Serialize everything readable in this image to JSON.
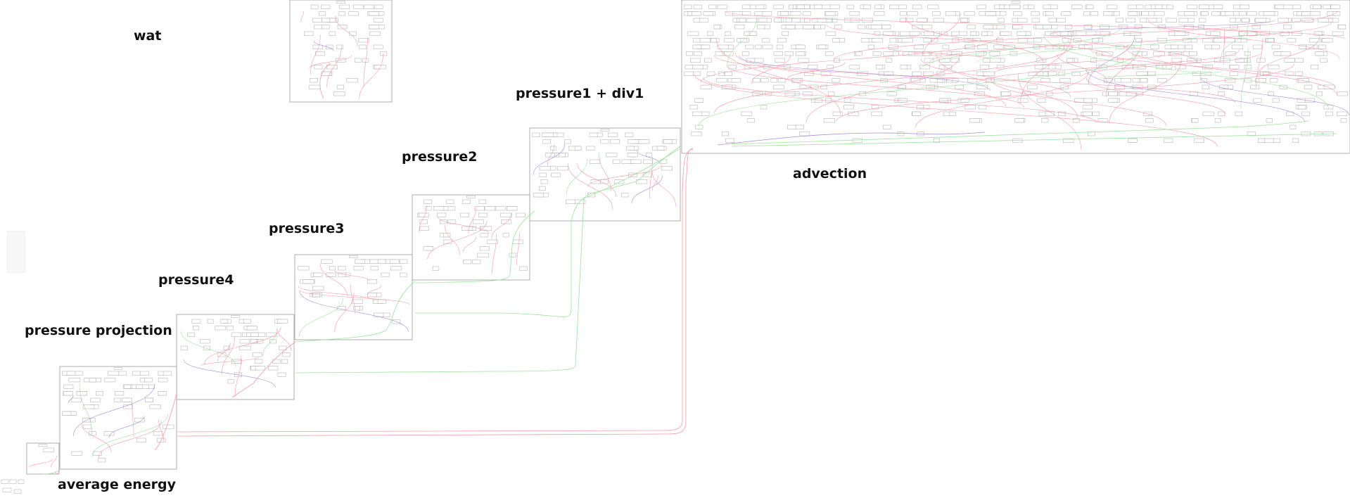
{
  "graph": {
    "groups": [
      {
        "id": "wat",
        "label": "wat"
      },
      {
        "id": "pressure1-div1",
        "label": "pressure1 + div1"
      },
      {
        "id": "pressure2",
        "label": "pressure2"
      },
      {
        "id": "pressure3",
        "label": "pressure3"
      },
      {
        "id": "pressure4",
        "label": "pressure4"
      },
      {
        "id": "pressure-projection",
        "label": "pressure projection"
      },
      {
        "id": "advection",
        "label": "advection"
      },
      {
        "id": "average-energy",
        "label": "average energy"
      }
    ],
    "edge_colors": {
      "red": "#f29aaa",
      "green": "#9ee39e",
      "purple": "#a68cd8"
    }
  }
}
